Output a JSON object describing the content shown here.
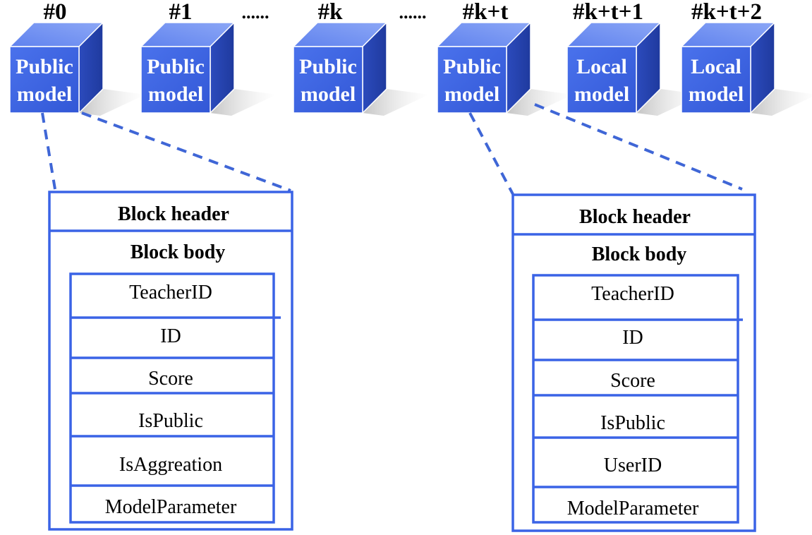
{
  "chain": {
    "blocks": [
      {
        "label": "#0",
        "line1": "Public",
        "line2": "model"
      },
      {
        "label": "#1",
        "line1": "Public",
        "line2": "model"
      },
      {
        "label": "#k",
        "line1": "Public",
        "line2": "model"
      },
      {
        "label": "#k+t",
        "line1": "Public",
        "line2": "model"
      },
      {
        "label": "#k+t+1",
        "line1": "Local",
        "line2": "model"
      },
      {
        "label": "#k+t+2",
        "line1": "Local",
        "line2": "model"
      }
    ],
    "separators": [
      "......",
      "......"
    ]
  },
  "detail_left": {
    "header": "Block header",
    "body": "Block body",
    "fields": [
      "TeacherID",
      "ID",
      "Score",
      "IsPublic",
      "IsAggreation",
      "ModelParameter"
    ]
  },
  "detail_right": {
    "header": "Block header",
    "body": "Block body",
    "fields": [
      "TeacherID",
      "ID",
      "Score",
      "IsPublic",
      "UserID",
      "ModelParameter"
    ]
  },
  "colors": {
    "cube_front": "#3f67e3",
    "cube_top": "#6c8ef2",
    "cube_side": "#2a48b8",
    "outline": "#3a63e6"
  }
}
